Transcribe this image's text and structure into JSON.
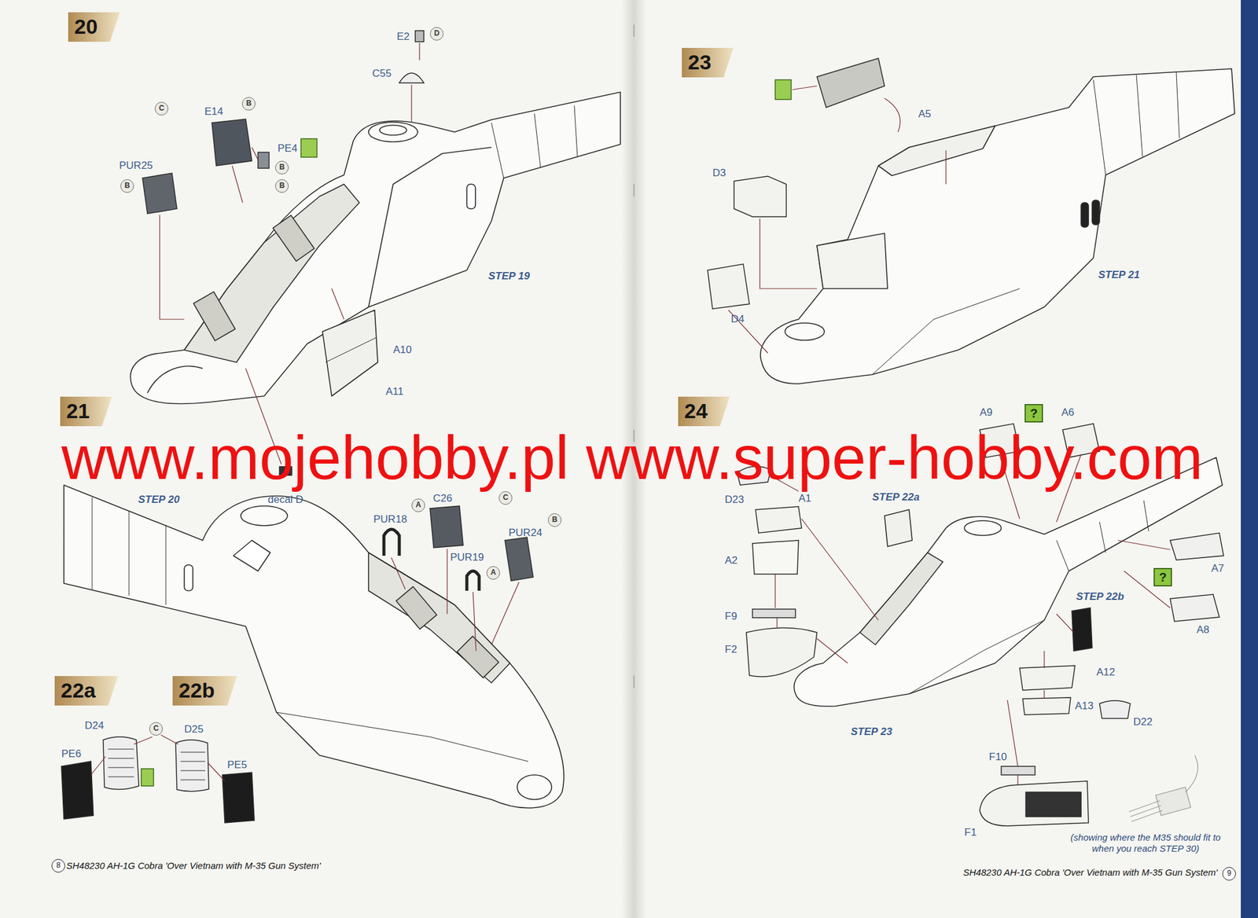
{
  "diagram": {
    "nodes": [
      {
        "text": [
          "20"
        ]
      },
      {
        "text": [
          "D"
        ]
      },
      {
        "text": [
          "C"
        ]
      },
      {
        "text": [
          "B"
        ]
      },
      {
        "text": [
          "B"
        ]
      },
      {
        "text": [
          "B"
        ]
      },
      {
        "text": [
          "B"
        ]
      },
      {
        "text": [
          "21"
        ]
      },
      {
        "text": [
          "A"
        ]
      },
      {
        "text": [
          "C"
        ]
      },
      {
        "text": [
          "B"
        ]
      },
      {
        "text": [
          "A"
        ]
      },
      {
        "text": [
          "22a"
        ]
      },
      {
        "text": [
          "22b"
        ]
      },
      {
        "text": [
          "C"
        ]
      },
      {
        "text": [
          "8"
        ]
      },
      {
        "text": [
          "23"
        ]
      },
      {
        "text": [
          "24"
        ]
      },
      {
        "text": [
          "?"
        ]
      },
      {
        "text": [
          "?"
        ]
      },
      {
        "text": [
          "9"
        ]
      }
    ],
    "labels": [
      "E2",
      "C55",
      "E14",
      "PE4",
      "PUR25",
      "STEP 19",
      "A10",
      "A11",
      "decal D",
      "STEP 20",
      "PUR18",
      "C26",
      "PUR24",
      "PUR19",
      "D24",
      "D25",
      "PE6",
      "PE5",
      "SH48230 AH-1G Cobra 'Over Vietnam with M-35 Gun System'",
      "A5",
      "D3",
      "D4",
      "STEP 21",
      "A9",
      "A6",
      "D23",
      "A1",
      "STEP 22a",
      "A2",
      "F9",
      "F2",
      "STEP 22b",
      "A7",
      "A8",
      "A12",
      "A13",
      "D22",
      "STEP 23",
      "F10",
      "F1",
      "(showing where the M35 should fit to when you reach STEP 30)",
      "SH48230 AH-1G Cobra 'Over Vietnam with M-35 Gun System'",
      "www.mojehobby.pl www.super-hobby.com"
    ]
  }
}
